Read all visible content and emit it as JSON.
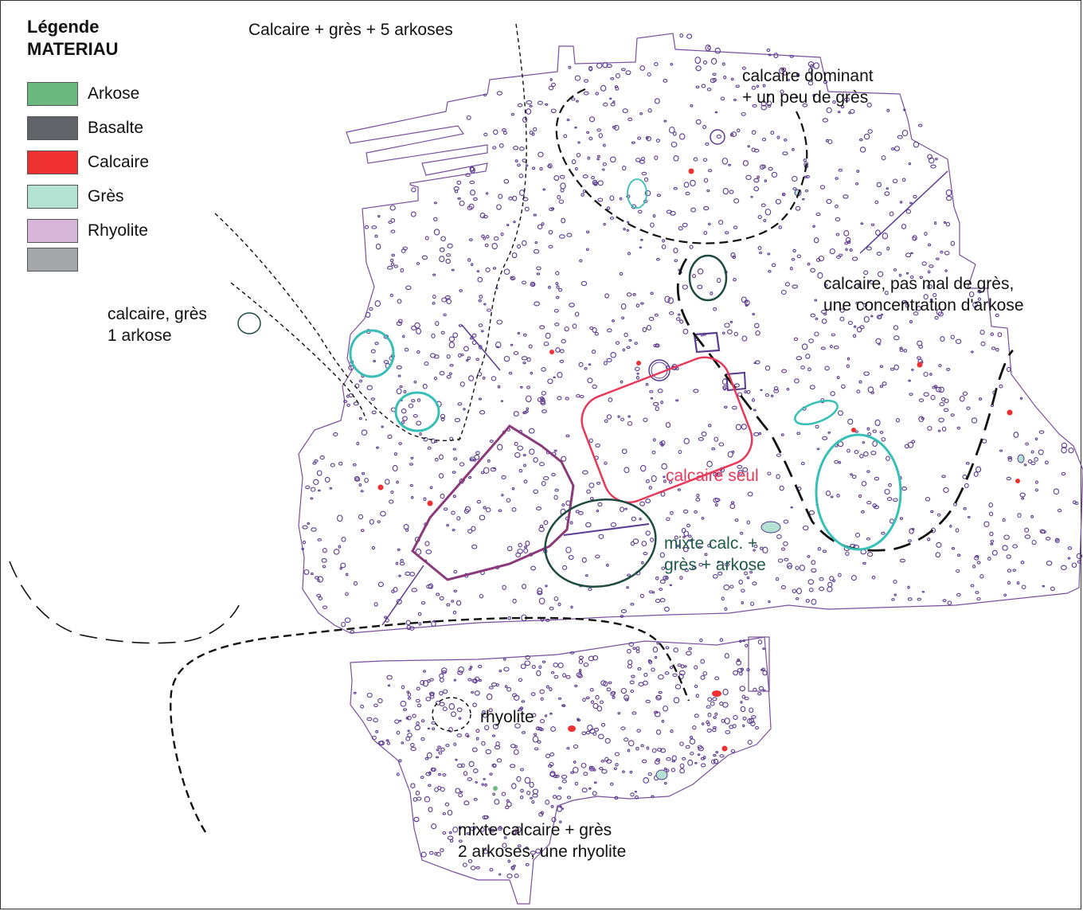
{
  "legend": {
    "title": "Légende",
    "subtitle": "MATERIAU",
    "items": [
      {
        "label": "Arkose",
        "color": "#6bb97f"
      },
      {
        "label": "Basalte",
        "color": "#606468"
      },
      {
        "label": "Calcaire",
        "color": "#ee3030"
      },
      {
        "label": "Grès",
        "color": "#b4e2d2"
      },
      {
        "label": "Rhyolite",
        "color": "#d6b6d9"
      },
      {
        "label": "",
        "color": "#a4a6a9"
      }
    ]
  },
  "annotations": {
    "top": "Calcaire + grès + 5 arkoses",
    "ne_line1": "calcaire dominant",
    "ne_line2": "+ un peu de grès",
    "east_line1": "calcaire, pas mal de grès,",
    "east_line2": "une concentration d'arkose",
    "west_line1": "calcaire, grès",
    "west_line2": "1 arkose",
    "center_red": "calcaire seul",
    "center_green_line1": "mixte calc. +",
    "center_green_line2": "grès + arkose",
    "south_rhyolite": "rhyolite",
    "south_line1": "mixte calcaire + grès",
    "south_line2": "2 arkoses, une rhyolite"
  },
  "colors": {
    "outline": "#7a4e9e",
    "feature": "#5a3a90",
    "red_ellipse": "#e8385a",
    "teal_ellipse": "#35bfb6",
    "dark_ellipse": "#1e4a42",
    "dashed": "#111111"
  }
}
